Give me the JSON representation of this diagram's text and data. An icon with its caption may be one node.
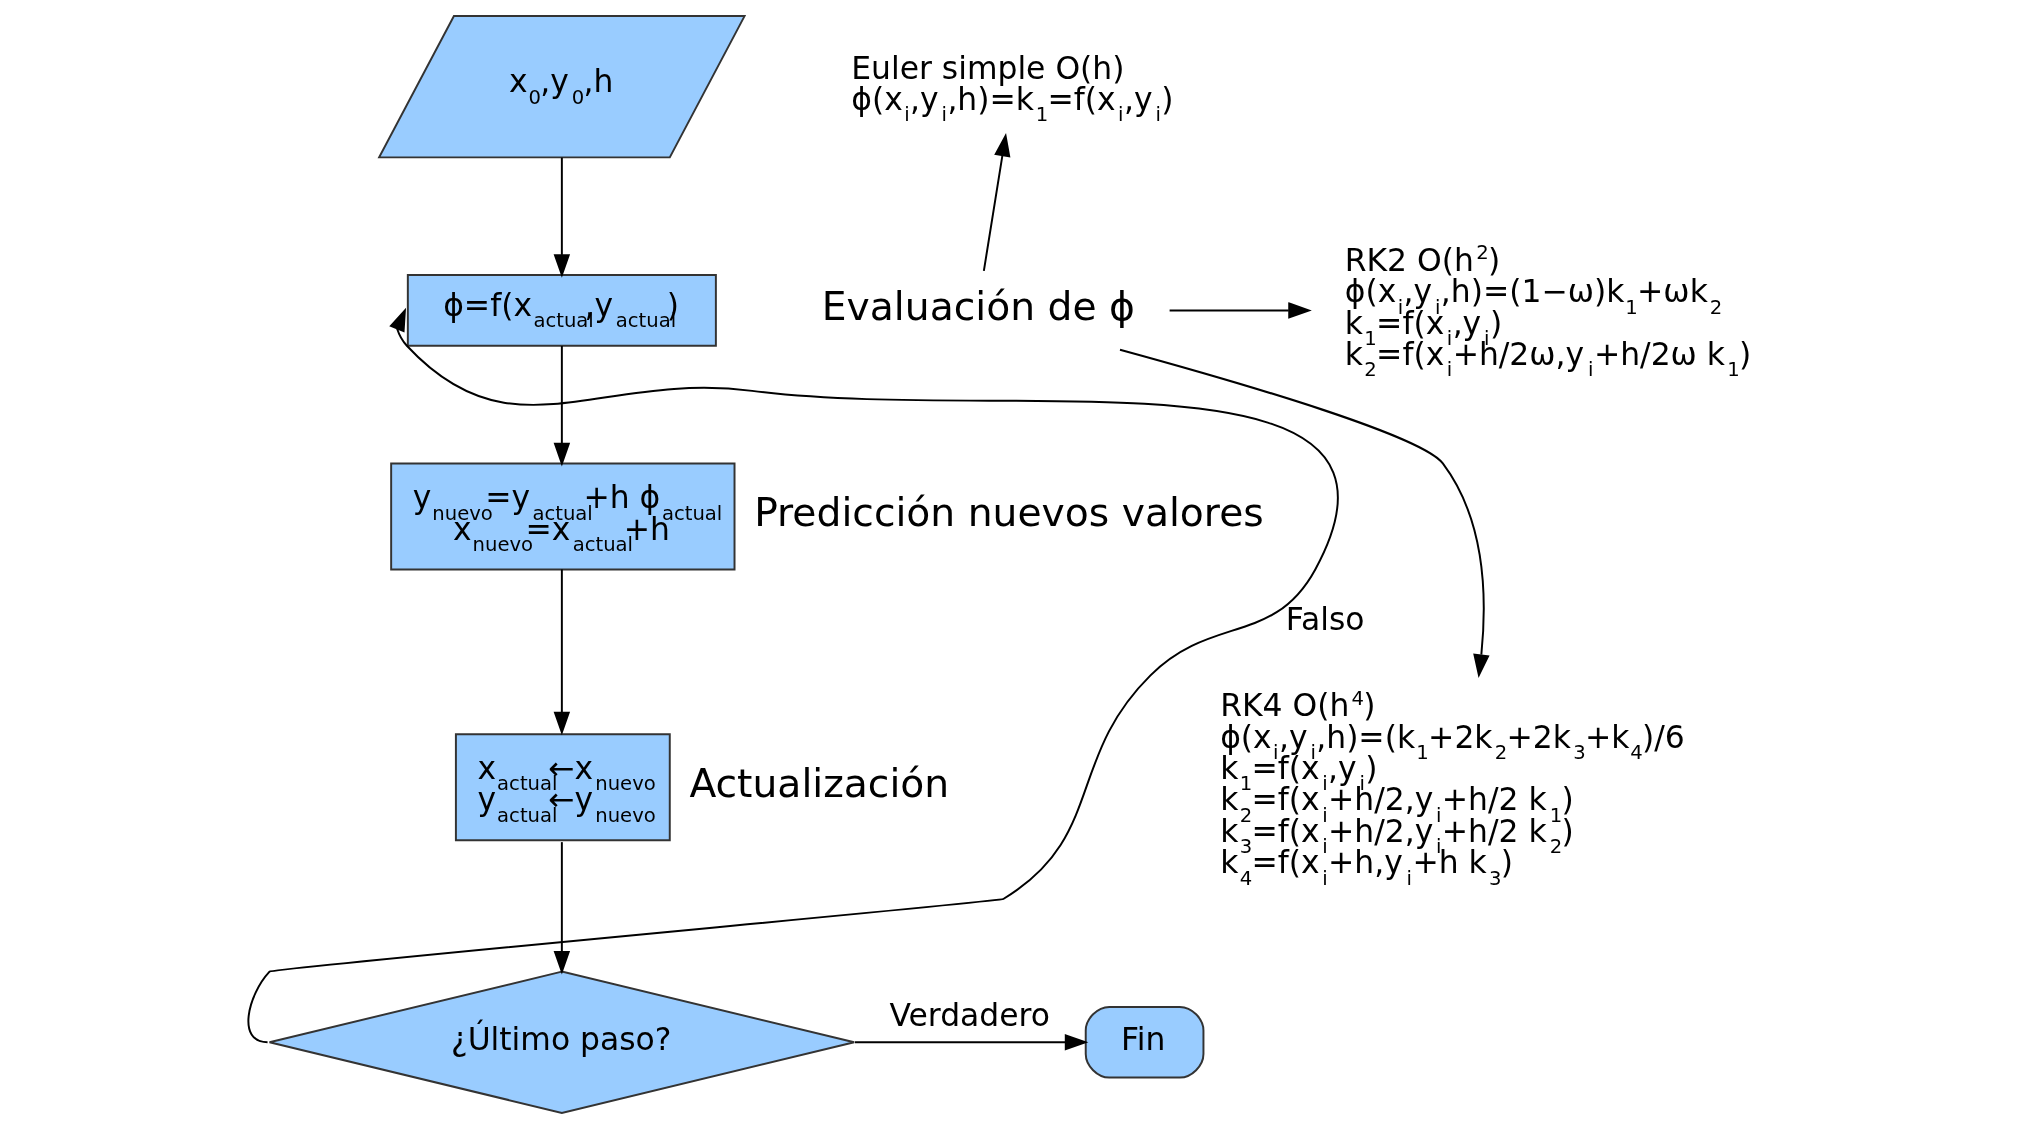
{
  "diagram": {
    "nodes": [
      {
        "text": [
          "x$_{0}$,y$_{0}$,h"
        ]
      },
      {
        "text": [
          "ϕ=f(x$_{actual}$,y$_{actual}$)"
        ]
      },
      {
        "text": [
          "y$_{nuevo}$=y$_{actual}$+h ϕ$_{actual}$",
          "x$_{nuevo}$=x$_{actual}$+h"
        ],
        "beside": [
          "Predicción nuevos valores"
        ]
      },
      {
        "text": [
          "x$_{actual}$←x$_{nuevo}$",
          "y$_{actual}$←y$_{nuevo}$"
        ],
        "beside": [
          "Actualización"
        ]
      },
      {
        "text": [
          "¿Último paso?"
        ]
      },
      {
        "text": [
          "Fin"
        ]
      },
      {
        "text": [
          "Evaluación de ϕ"
        ]
      },
      {
        "text": [
          "Euler simple O(h)",
          "ϕ(x$_{i}$,y$_{i}$,h)=k$_{1}$=f(x$_{i}$,y$_{i}$)"
        ]
      },
      {
        "text": [
          "RK2 O(h$^{2}$)",
          "ϕ(x$_{i}$,y$_{i}$,h)=(1−ω)k$_{1}$+ωk$_{2}$",
          "k$_{1}$=f(x$_{i}$,y$_{i}$)",
          "k$_{2}$=f(x$_{i}$+h/2ω,y$_{i}$+h/2ω k$_{1}$)"
        ]
      },
      {
        "text": [
          "RK4 O(h$^{4}$)",
          "ϕ(x$_{i}$,y$_{i}$,h)=(k$_{1}$+2k$_{2}$+2k$_{3}$+k$_{4}$)/6",
          "k$_{1}$=f(x$_{i}$,y$_{i}$)",
          "k$_{2}$=f(x$_{i}$+h/2,y$_{i}$+h/2 k$_{1}$)",
          "k$_{3}$=f(x$_{i}$+h/2,y$_{i}$+h/2 k$_{2}$)",
          "k$_{4}$=f(x$_{i}$+h,y$_{i}$+h k$_{3}$)"
        ]
      }
    ],
    "edges": [
      {
        "from": 0,
        "to": 1,
        "arrow": "to"
      },
      {
        "from": 1,
        "to": 2,
        "arrow": "to"
      },
      {
        "from": 2,
        "to": 3,
        "arrow": "to"
      },
      {
        "from": 3,
        "to": 4,
        "arrow": "to"
      },
      {
        "from": 4,
        "to": 1,
        "arrow": "to",
        "label": "Falso"
      },
      {
        "from": 4,
        "to": 5,
        "arrow": "to",
        "label": "Verdadero"
      },
      {
        "from": 6,
        "to": 7,
        "arrow": "to"
      },
      {
        "from": 6,
        "to": 8,
        "arrow": "to"
      },
      {
        "from": 6,
        "to": 9,
        "arrow": "to"
      }
    ]
  }
}
